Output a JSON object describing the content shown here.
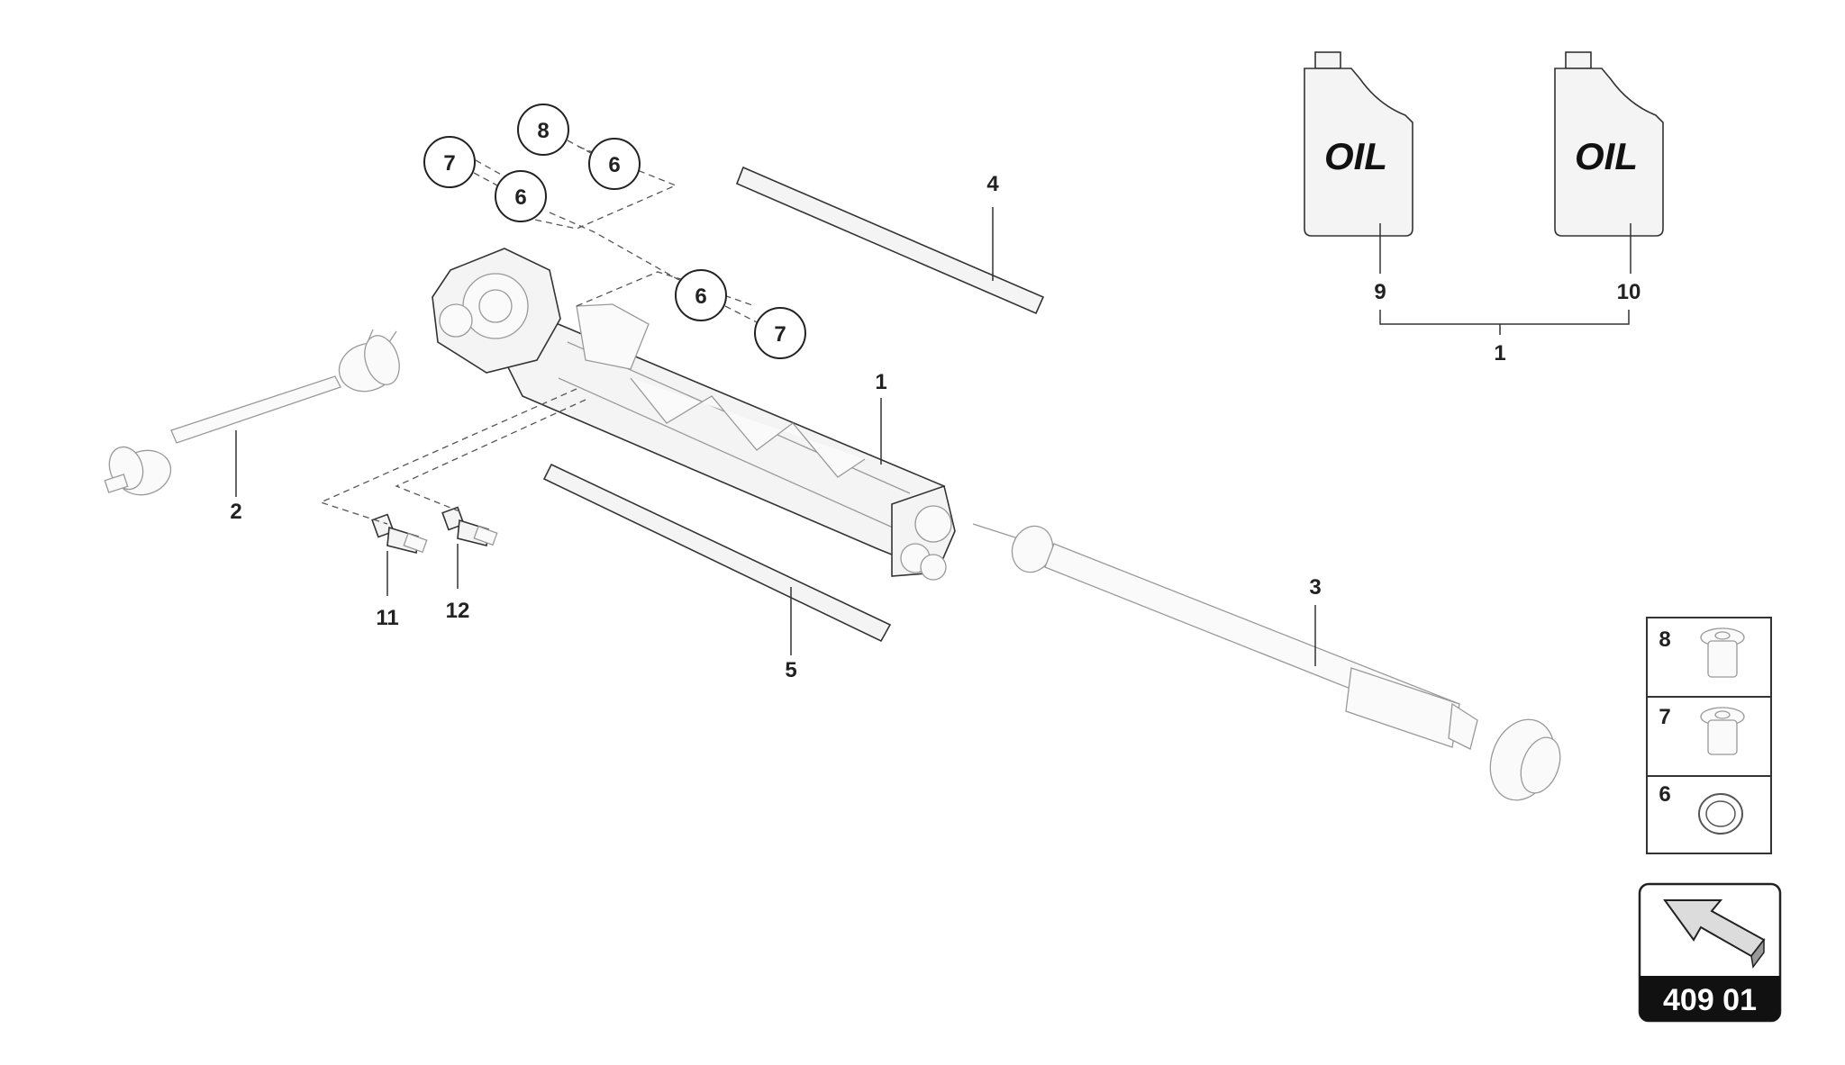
{
  "callouts": {
    "c1_housing": "1",
    "c1_kit": "1",
    "c2": "2",
    "c3": "3",
    "c4": "4",
    "c5": "5",
    "c9": "9",
    "c10": "10",
    "c11": "11",
    "c12": "12"
  },
  "circles": {
    "top_8": "8",
    "top_6_right": "6",
    "top_7": "7",
    "top_6_left": "6",
    "mid_6": "6",
    "mid_7": "7"
  },
  "oil_labels": [
    "OIL",
    "OIL"
  ],
  "legend": [
    {
      "num": "8",
      "icon": "plug-with-flange-icon"
    },
    {
      "num": "7",
      "icon": "plug-with-washer-icon"
    },
    {
      "num": "6",
      "icon": "seal-ring-icon"
    }
  ],
  "footer": {
    "page_code": "409 01",
    "icon": "navigation-arrow-icon"
  }
}
